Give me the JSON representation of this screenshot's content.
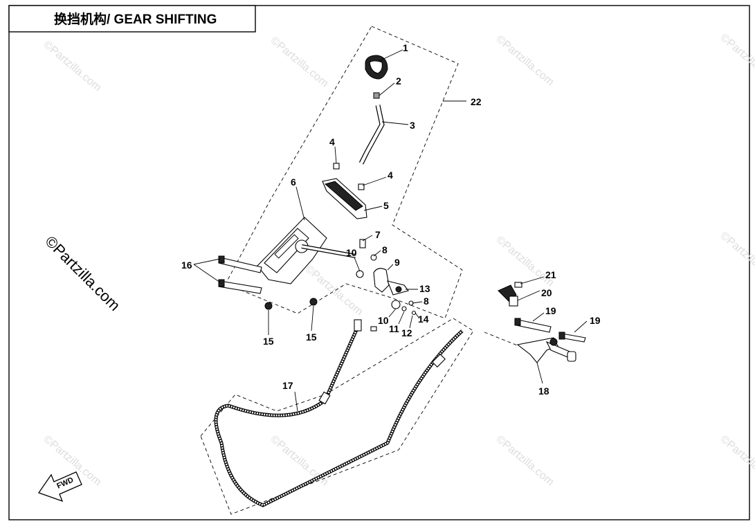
{
  "title": "换挡机构/ GEAR SHIFTING",
  "watermark": "©Partzilla.com",
  "fwd_label": "FWD",
  "callouts": [
    "1",
    "2",
    "3",
    "4",
    "4",
    "5",
    "6",
    "7",
    "8",
    "9",
    "10",
    "13",
    "8",
    "10",
    "11",
    "12",
    "14",
    "15",
    "15",
    "16",
    "17",
    "18",
    "19",
    "19",
    "20",
    "21",
    "22"
  ]
}
